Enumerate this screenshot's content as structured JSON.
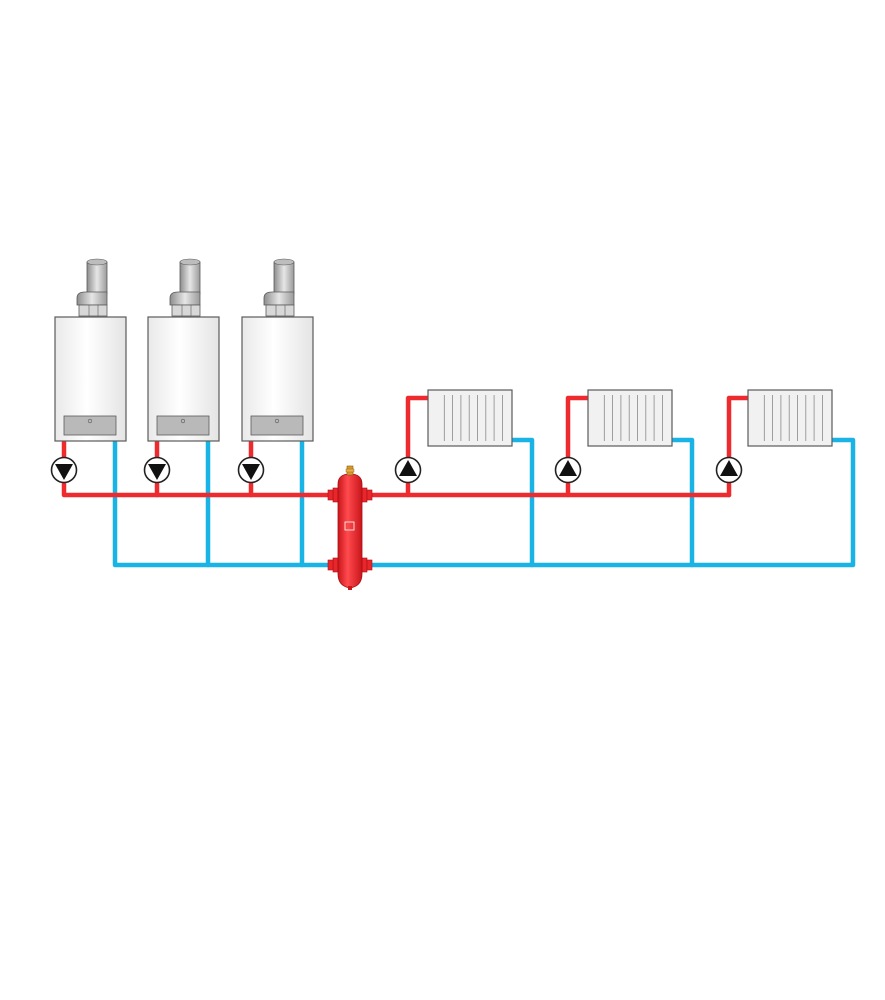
{
  "diagram": {
    "type": "hydronic-heating-schematic",
    "colors": {
      "hot_supply": "#ee2a2f",
      "cold_return": "#1ab3e6",
      "boiler_body": "#f4f4f4",
      "outline": "#5a5a5a",
      "pump_arrow": "#111111"
    },
    "boilers": [
      {
        "name": "boiler-1",
        "pump_direction": "down"
      },
      {
        "name": "boiler-2",
        "pump_direction": "down"
      },
      {
        "name": "boiler-3",
        "pump_direction": "down"
      }
    ],
    "radiators": [
      {
        "name": "radiator-1",
        "pump_direction": "up"
      },
      {
        "name": "radiator-2",
        "pump_direction": "up"
      },
      {
        "name": "radiator-3",
        "pump_direction": "up"
      }
    ],
    "separator": {
      "name": "hydraulic-separator"
    },
    "text_labels": []
  }
}
